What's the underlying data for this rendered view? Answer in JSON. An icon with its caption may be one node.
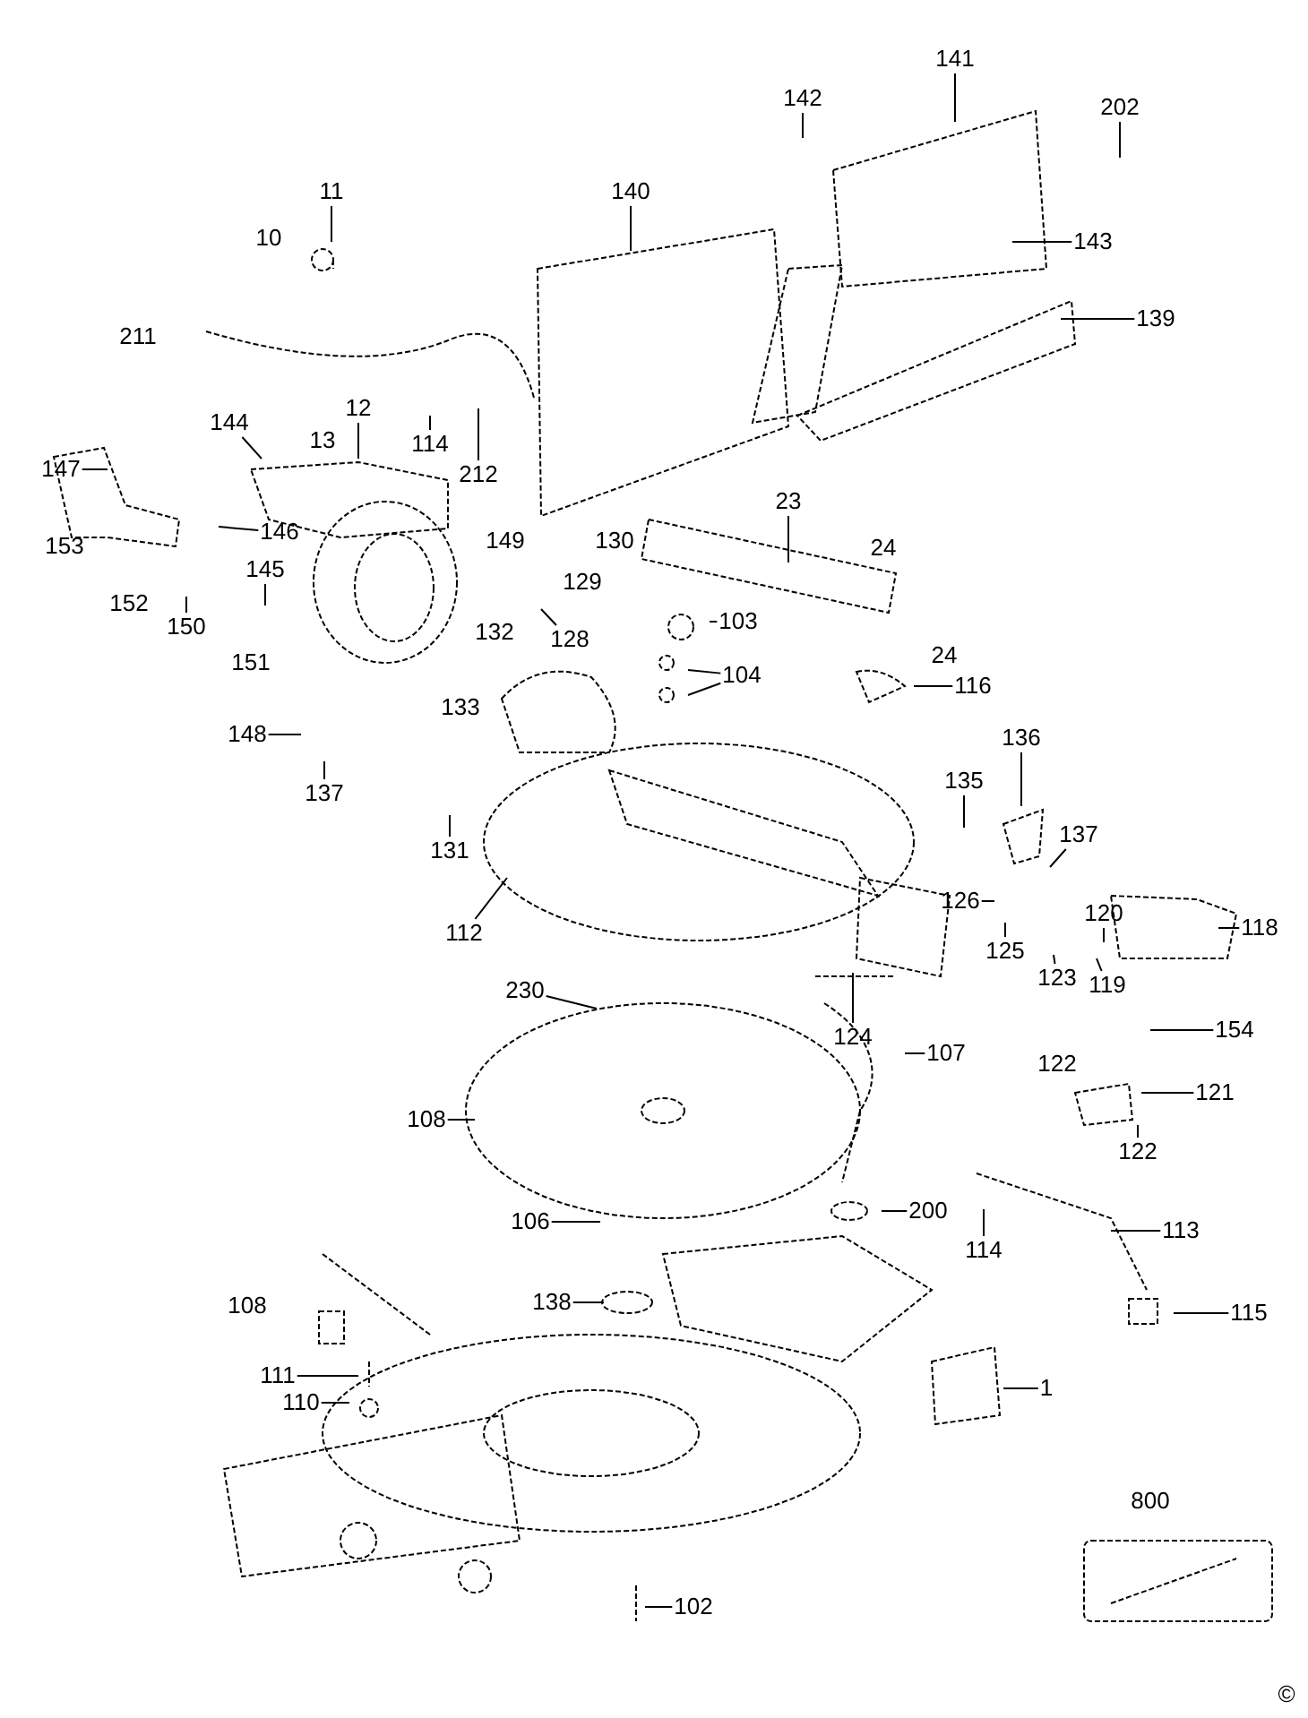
{
  "diagram": {
    "nodes": [
      {
        "text": [
          "141"
        ]
      },
      {
        "text": [
          "142"
        ]
      },
      {
        "text": [
          "202"
        ]
      },
      {
        "text": [
          "11"
        ]
      },
      {
        "text": [
          "140"
        ]
      },
      {
        "text": [
          "143"
        ]
      },
      {
        "text": [
          "139"
        ]
      },
      {
        "text": [
          "12"
        ]
      },
      {
        "text": [
          "144"
        ]
      },
      {
        "text": [
          "114"
        ]
      },
      {
        "text": [
          "147"
        ]
      },
      {
        "text": [
          "212"
        ]
      },
      {
        "text": [
          "23"
        ]
      },
      {
        "text": [
          "146"
        ]
      },
      {
        "text": [
          "145"
        ]
      },
      {
        "text": [
          "150"
        ]
      },
      {
        "text": [
          "128"
        ]
      },
      {
        "text": [
          "103"
        ]
      },
      {
        "text": [
          "104"
        ]
      },
      {
        "text": [
          "116"
        ]
      },
      {
        "text": [
          "148"
        ]
      },
      {
        "text": [
          "136"
        ]
      },
      {
        "text": [
          "135"
        ]
      },
      {
        "text": [
          "137"
        ]
      },
      {
        "text": [
          "137"
        ]
      },
      {
        "text": [
          "131"
        ]
      },
      {
        "text": [
          "126"
        ]
      },
      {
        "text": [
          "120"
        ]
      },
      {
        "text": [
          "118"
        ]
      },
      {
        "text": [
          "112"
        ]
      },
      {
        "text": [
          "125"
        ]
      },
      {
        "text": [
          "123"
        ]
      },
      {
        "text": [
          "119"
        ]
      },
      {
        "text": [
          "230"
        ]
      },
      {
        "text": [
          "154"
        ]
      },
      {
        "text": [
          "124"
        ]
      },
      {
        "text": [
          "107"
        ]
      },
      {
        "text": [
          "121"
        ]
      },
      {
        "text": [
          "108"
        ]
      },
      {
        "text": [
          "122"
        ]
      },
      {
        "text": [
          "200"
        ]
      },
      {
        "text": [
          "106"
        ]
      },
      {
        "text": [
          "113"
        ]
      },
      {
        "text": [
          "114"
        ]
      },
      {
        "text": [
          "138"
        ]
      },
      {
        "text": [
          "115"
        ]
      },
      {
        "text": [
          "111"
        ]
      },
      {
        "text": [
          "1"
        ]
      },
      {
        "text": [
          "110"
        ]
      },
      {
        "text": [
          "102"
        ]
      }
    ],
    "edges": [
      {
        "from": 0,
        "to": null,
        "arrow": "none"
      },
      {
        "from": 1,
        "to": null,
        "arrow": "none"
      },
      {
        "from": 2,
        "to": null,
        "arrow": "none"
      },
      {
        "from": 3,
        "to": null,
        "arrow": "none"
      },
      {
        "from": 4,
        "to": null,
        "arrow": "none"
      },
      {
        "from": 5,
        "to": null,
        "arrow": "none"
      },
      {
        "from": 6,
        "to": null,
        "arrow": "none"
      },
      {
        "from": 7,
        "to": null,
        "arrow": "none"
      },
      {
        "from": 8,
        "to": null,
        "arrow": "none"
      },
      {
        "from": 9,
        "to": null,
        "arrow": "none"
      },
      {
        "from": 10,
        "to": null,
        "arrow": "none"
      },
      {
        "from": 11,
        "to": null,
        "arrow": "none"
      },
      {
        "from": 12,
        "to": null,
        "arrow": "none"
      },
      {
        "from": 13,
        "to": null,
        "arrow": "none"
      },
      {
        "from": 14,
        "to": null,
        "arrow": "none"
      },
      {
        "from": 15,
        "to": null,
        "arrow": "none"
      },
      {
        "from": 16,
        "to": null,
        "arrow": "none"
      },
      {
        "from": 17,
        "to": null,
        "arrow": "none"
      },
      {
        "from": 18,
        "to": null,
        "arrow": "none"
      },
      {
        "from": 18,
        "to": null,
        "arrow": "none"
      },
      {
        "from": 19,
        "to": null,
        "arrow": "none"
      },
      {
        "from": 20,
        "to": null,
        "arrow": "none"
      },
      {
        "from": 21,
        "to": null,
        "arrow": "none"
      },
      {
        "from": 22,
        "to": null,
        "arrow": "none"
      },
      {
        "from": 23,
        "to": null,
        "arrow": "none"
      },
      {
        "from": 24,
        "to": null,
        "arrow": "none"
      },
      {
        "from": 25,
        "to": null,
        "arrow": "none"
      },
      {
        "from": 26,
        "to": null,
        "arrow": "none"
      },
      {
        "from": 27,
        "to": null,
        "arrow": "none"
      },
      {
        "from": 28,
        "to": null,
        "arrow": "none"
      },
      {
        "from": 29,
        "to": null,
        "arrow": "none"
      },
      {
        "from": 30,
        "to": null,
        "arrow": "none"
      },
      {
        "from": 31,
        "to": null,
        "arrow": "none"
      },
      {
        "from": 32,
        "to": null,
        "arrow": "none"
      },
      {
        "from": 33,
        "to": null,
        "arrow": "none"
      },
      {
        "from": 34,
        "to": null,
        "arrow": "none"
      },
      {
        "from": 35,
        "to": null,
        "arrow": "none"
      },
      {
        "from": 36,
        "to": null,
        "arrow": "none"
      },
      {
        "from": 37,
        "to": null,
        "arrow": "none"
      },
      {
        "from": 38,
        "to": null,
        "arrow": "none"
      },
      {
        "from": 39,
        "to": null,
        "arrow": "none"
      },
      {
        "from": 40,
        "to": null,
        "arrow": "none"
      },
      {
        "from": 41,
        "to": null,
        "arrow": "none"
      },
      {
        "from": 42,
        "to": null,
        "arrow": "none"
      },
      {
        "from": 43,
        "to": null,
        "arrow": "none"
      },
      {
        "from": 44,
        "to": null,
        "arrow": "none"
      },
      {
        "from": 45,
        "to": null,
        "arrow": "none"
      },
      {
        "from": 46,
        "to": null,
        "arrow": "none"
      },
      {
        "from": 47,
        "to": null,
        "arrow": "none"
      },
      {
        "from": 48,
        "to": null,
        "arrow": "none"
      },
      {
        "from": 49,
        "to": null,
        "arrow": "none"
      }
    ],
    "labels": [
      "10",
      "211",
      "13",
      "153",
      "149",
      "130",
      "24",
      "129",
      "152",
      "132",
      "151",
      "24",
      "133",
      "122",
      "108",
      "800",
      "©"
    ]
  }
}
